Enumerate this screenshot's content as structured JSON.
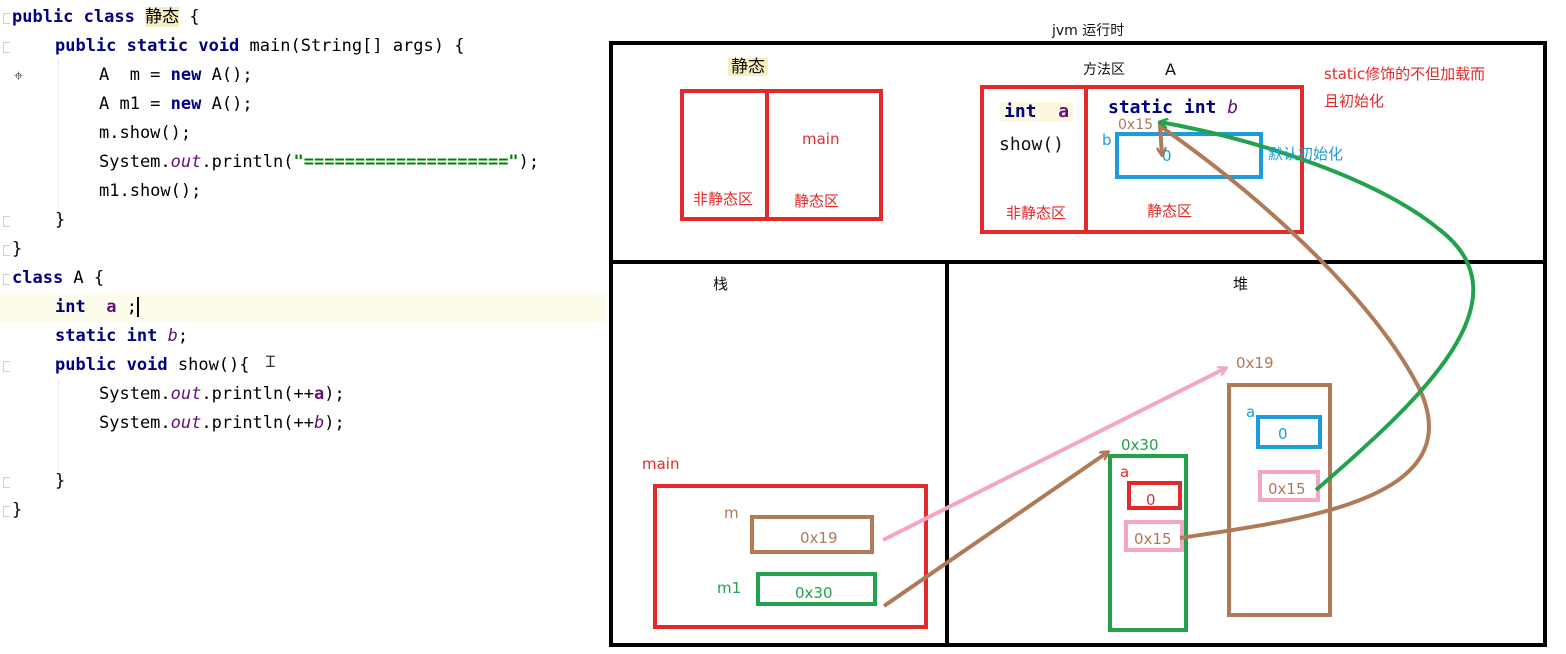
{
  "editor": {
    "lines": [
      {
        "kind": "class-header",
        "kw1": "public",
        "kw2": "class",
        "name": "静态",
        "rest": " {"
      },
      {
        "kind": "main-header",
        "kw1": "public",
        "kw2": "static",
        "kw3": "void",
        "rest": " main(String[] args) {"
      },
      {
        "kind": "new",
        "left": "A  m = ",
        "kw": "new",
        "right": " A();"
      },
      {
        "kind": "new",
        "left": "A m1 = ",
        "kw": "new",
        "right": " A();"
      },
      {
        "kind": "plain",
        "text": "m.show();"
      },
      {
        "kind": "println-str",
        "pre": "System.",
        "out": "out",
        "mid": ".println(",
        "str": "\"====================\"",
        "post": ");"
      },
      {
        "kind": "plain",
        "text": "m1.show();"
      },
      {
        "kind": "plain",
        "text": "}"
      },
      {
        "kind": "plain",
        "text": "}"
      },
      {
        "kind": "class2",
        "kw": "class",
        "rest": " A {"
      },
      {
        "kind": "field-a",
        "kw": "int",
        "name": "a",
        "rest": " ;"
      },
      {
        "kind": "field-b",
        "kw1": "static",
        "kw2": "int",
        "name": "b",
        "rest": ";"
      },
      {
        "kind": "show-header",
        "kw1": "public",
        "kw2": "void",
        "rest": " show(){"
      },
      {
        "kind": "println-var",
        "pre": "System.",
        "out": "out",
        "mid": ".println(++",
        "var": "a",
        "post": ");"
      },
      {
        "kind": "println-svar",
        "pre": "System.",
        "out": "out",
        "mid": ".println(++",
        "var": "b",
        "post": ");"
      },
      {
        "kind": "plain",
        "text": ""
      },
      {
        "kind": "plain",
        "text": "}"
      },
      {
        "kind": "plain",
        "text": "}"
      }
    ]
  },
  "diagram": {
    "title": "jvm 运行时",
    "top_left": {
      "title": "静态",
      "left_label": "非静态区",
      "right_label": "静态区",
      "method_label": "main"
    },
    "method_area": {
      "title": "方法区",
      "class_name": "A",
      "field_a_kw": "int",
      "field_a_name": "a",
      "show_method": "show()",
      "static_kw": "static int",
      "static_var": "b",
      "left_label": "非静态区",
      "right_label": "静态区",
      "addr": "0x15",
      "b_label": "b",
      "b_value": "0",
      "default_init_note": "默认初始化",
      "static_note_line1": "static修饰的不但加载而",
      "static_note_line2": "且初始化"
    },
    "stack": {
      "title": "栈",
      "frame_label": "main",
      "m_label": "m",
      "m_value": "0x19",
      "m1_label": "m1",
      "m1_value": "0x30"
    },
    "heap": {
      "title": "堆",
      "obj1_addr": "0x30",
      "obj1_a_label": "a",
      "obj1_a_value": "0",
      "obj1_static_ref": "0x15",
      "obj2_addr": "0x19",
      "obj2_a_label": "a",
      "obj2_a_value": "0",
      "obj2_static_ref": "0x15"
    },
    "colors": {
      "frame": "#000000",
      "red": "#e22a2a",
      "brown": "#b07a57",
      "green": "#22a24a",
      "blue": "#1a9dd9",
      "pink": "#f4a6c3"
    }
  }
}
